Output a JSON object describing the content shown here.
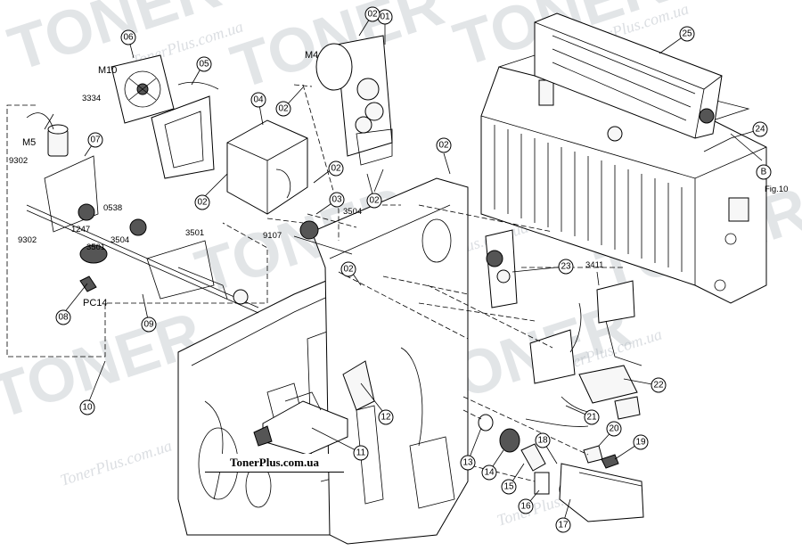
{
  "watermark": {
    "brand": "TONER",
    "site": "TonerPlus.com.ua"
  },
  "banner_text": "TonerPlus.com.ua",
  "figure_ref": {
    "circle": "B",
    "label": "Fig.10"
  },
  "callouts": [
    "01",
    "02",
    "02",
    "02",
    "02",
    "02",
    "02",
    "02",
    "02",
    "03",
    "04",
    "05",
    "06",
    "07",
    "08",
    "09",
    "10",
    "11",
    "12",
    "13",
    "14",
    "15",
    "16",
    "17",
    "18",
    "19",
    "20",
    "21",
    "22",
    "23",
    "24",
    "25"
  ],
  "part_labels": [
    "M10",
    "M4",
    "M5",
    "3334",
    "9302",
    "0538",
    "9302",
    "1247",
    "3501",
    "3504",
    "3501",
    "PC14",
    "9107",
    "3504",
    "3411"
  ]
}
